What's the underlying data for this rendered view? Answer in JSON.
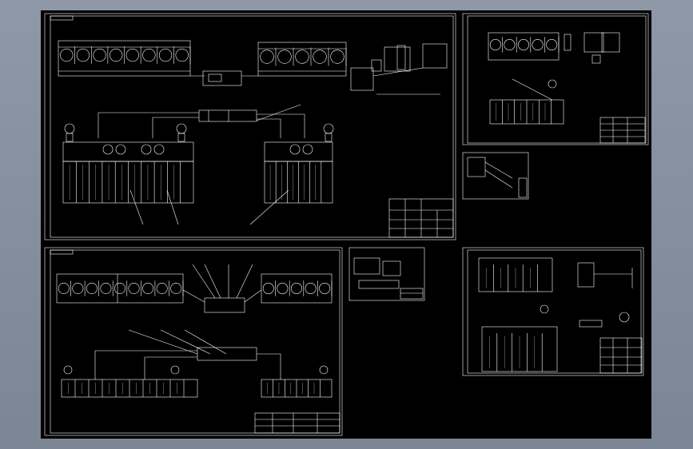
{
  "viewer": {
    "background_color": "#8a94a2",
    "canvas_color": "#000000",
    "line_color": "#ffffff"
  },
  "sheets": [
    {
      "id": "sheet-1",
      "title_tag": "",
      "caption": "",
      "has_title_block": true
    },
    {
      "id": "sheet-2",
      "title_tag": "",
      "caption": "",
      "has_title_block": true
    },
    {
      "id": "sheet-3",
      "title_tag": "",
      "caption": "",
      "has_title_block": false
    },
    {
      "id": "sheet-4",
      "title_tag": "",
      "caption": "",
      "has_title_block": true
    },
    {
      "id": "sheet-5",
      "title_tag": "",
      "caption": "",
      "has_title_block": true
    },
    {
      "id": "sheet-6",
      "title_tag": "",
      "caption": "",
      "has_title_block": true
    }
  ]
}
